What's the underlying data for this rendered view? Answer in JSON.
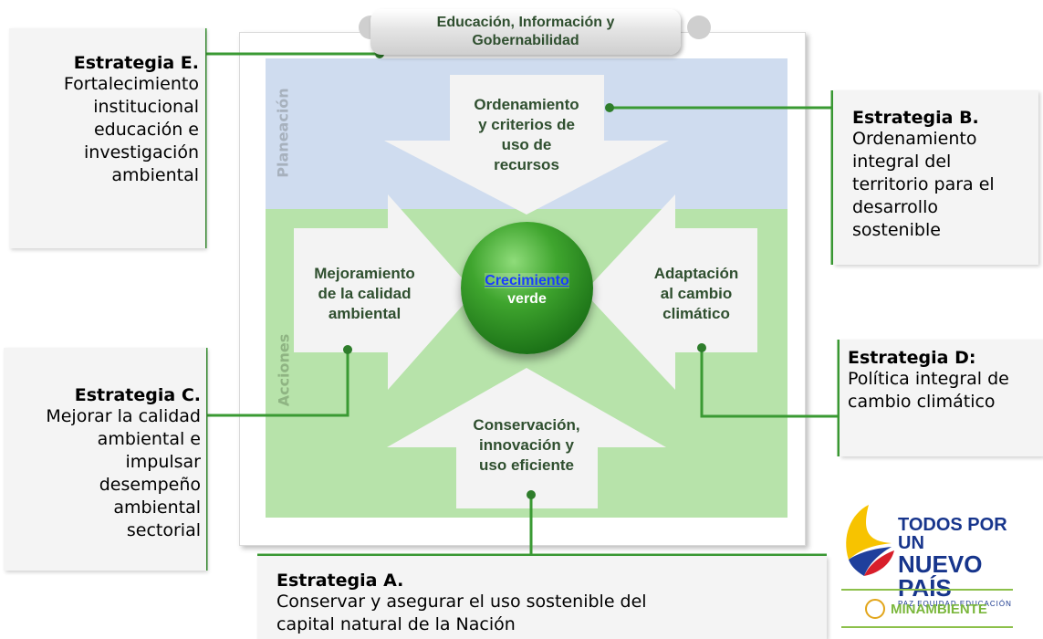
{
  "top_tab": {
    "line1": "Educación, Información y",
    "line2": "Gobernabilidad"
  },
  "bands": {
    "planning": "Planeación",
    "actions": "Acciones"
  },
  "arrows": {
    "top": [
      "Ordenamiento",
      "y criterios de",
      "uso de",
      "recursos"
    ],
    "left": [
      "Mejoramiento",
      "de la calidad",
      "ambiental"
    ],
    "right": [
      "Adaptación",
      "al cambio",
      "climático"
    ],
    "bottom": [
      "Conservación,",
      "innovación y",
      "uso eficiente"
    ]
  },
  "center": {
    "link": "Crecimiento",
    "word": "verde"
  },
  "strategies": {
    "e": {
      "title": "Estrategia E.",
      "lines": [
        "Fortalecimiento",
        "institucional",
        "educación e",
        "investigación",
        "ambiental"
      ]
    },
    "b": {
      "title": "Estrategia B.",
      "lines": [
        "Ordenamiento",
        "integral del",
        "territorio para el",
        "desarrollo",
        "sostenible"
      ]
    },
    "c": {
      "title": "Estrategia C.",
      "lines": [
        "Mejorar la calidad",
        "ambiental e",
        "impulsar",
        "desempeño",
        "ambiental",
        "sectorial"
      ]
    },
    "d": {
      "title": "Estrategia D:",
      "lines": [
        "Política integral de",
        "cambio climático"
      ]
    },
    "a": {
      "title": "Estrategia A.",
      "lines": [
        "Conservar y asegurar el uso sostenible del",
        "capital natural de la Nación"
      ]
    }
  },
  "logo": {
    "line1": "TODOS POR UN",
    "line2": "NUEVO PAÍS",
    "tagline": "PAZ   EQUIDAD   EDUCACIÓN",
    "ministry": "MINAMBIENTE"
  },
  "colors": {
    "connector": "#3a9a33",
    "planning_band": "#cfdcef",
    "actions_band": "#b7e3aa",
    "arrow_fill": "#f3f3f3",
    "sphere": "#2f8a24"
  }
}
